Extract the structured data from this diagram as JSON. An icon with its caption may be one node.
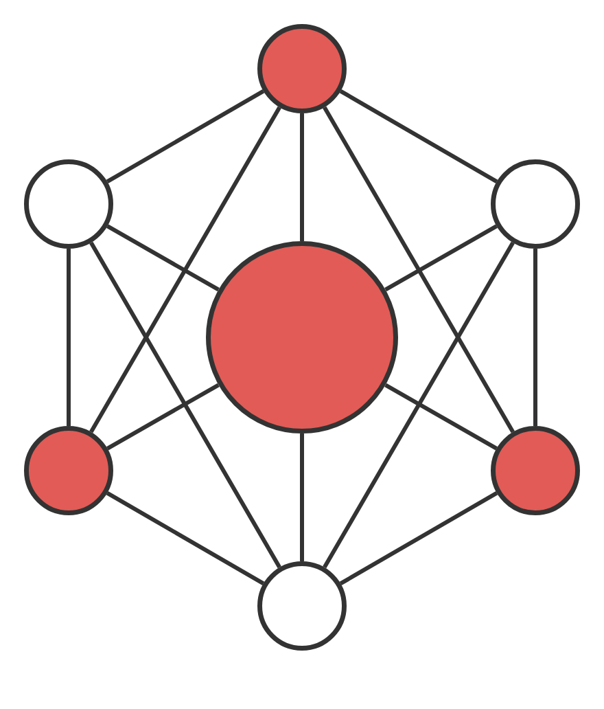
{
  "diagram": {
    "nodes": [
      {
        "text": [],
        "shape": "circle"
      },
      {
        "text": [],
        "shape": "circle"
      },
      {
        "text": [],
        "shape": "circle"
      },
      {
        "text": [],
        "shape": "circle"
      },
      {
        "text": [],
        "shape": "circle"
      },
      {
        "text": [],
        "shape": "circle"
      },
      {
        "text": [],
        "shape": "circle"
      }
    ],
    "edges": [
      {
        "from": 0,
        "to": 1,
        "arrow": "none"
      },
      {
        "from": 0,
        "to": 2,
        "arrow": "none"
      },
      {
        "from": 0,
        "to": 3,
        "arrow": "none"
      },
      {
        "from": 0,
        "to": 4,
        "arrow": "none"
      },
      {
        "from": 0,
        "to": 5,
        "arrow": "none"
      },
      {
        "from": 1,
        "to": 3,
        "arrow": "none"
      },
      {
        "from": 1,
        "to": 4,
        "arrow": "none"
      },
      {
        "from": 1,
        "to": 6,
        "arrow": "none"
      },
      {
        "from": 2,
        "to": 3,
        "arrow": "none"
      },
      {
        "from": 2,
        "to": 5,
        "arrow": "none"
      },
      {
        "from": 2,
        "to": 6,
        "arrow": "none"
      },
      {
        "from": 3,
        "to": 4,
        "arrow": "none"
      },
      {
        "from": 3,
        "to": 5,
        "arrow": "none"
      },
      {
        "from": 3,
        "to": 6,
        "arrow": "none"
      },
      {
        "from": 4,
        "to": 6,
        "arrow": "none"
      },
      {
        "from": 5,
        "to": 6,
        "arrow": "none"
      }
    ]
  }
}
